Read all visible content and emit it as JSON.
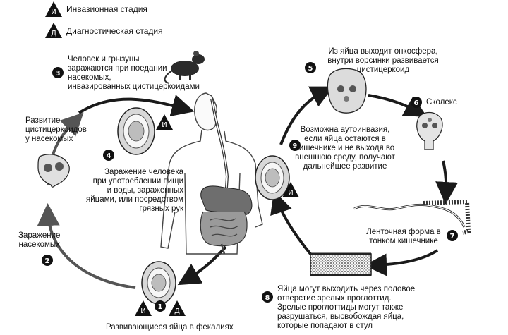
{
  "legend": {
    "invasive": {
      "letter": "И",
      "label": "Инвазионная стадия"
    },
    "diagnostic": {
      "letter": "Д",
      "label": "Диагностическая стадия"
    }
  },
  "steps": [
    {
      "number": "1",
      "lines": [
        "Развивающиеся яйца в фекалиях"
      ]
    },
    {
      "number": "2",
      "lines": [
        "Заражение",
        "насекомых"
      ]
    },
    {
      "number": "3",
      "lines": [
        "Человек и грызуны",
        "заражаются при поедании",
        "насекомых,",
        "инвазированных цистицеркоидами"
      ]
    },
    {
      "number": "4",
      "lines": [
        "Заражение человека",
        "при употреблении пищи",
        "и воды, зараженных",
        "яйцами, или посредством",
        "грязных рук"
      ]
    },
    {
      "number": "5",
      "lines": [
        "Из яйца выходит онкосфера,",
        "внутри ворсинки развивается",
        "цистицеркоид"
      ]
    },
    {
      "number": "6",
      "lines": [
        "Сколекс"
      ]
    },
    {
      "number": "7",
      "lines": [
        "Ленточная форма в",
        "тонком кишечнике"
      ]
    },
    {
      "number": "8",
      "lines": [
        "Яйца могут выходить через половое",
        "отверстие зрелых проглоттид.",
        "Зрелые проглоттиды могут также",
        "разрушаться, высвобождая яйца,",
        "которые попадают в стул"
      ]
    },
    {
      "number": "9",
      "lines": [
        "Возможна аутоинвазия,",
        "если яйца остаются в",
        "кишечнике и не выходя во",
        "внешнюю среду, получают",
        "дальнейшее развитие"
      ]
    }
  ],
  "other_labels": {
    "cysticercoid_development": [
      "Развитие",
      "цистицеркоидов",
      "у насекомых"
    ]
  },
  "colors": {
    "ink": "#111111",
    "arrow": "#1a1a1a",
    "arrow_grey": "#555555",
    "gut": "#8a8a8a"
  }
}
